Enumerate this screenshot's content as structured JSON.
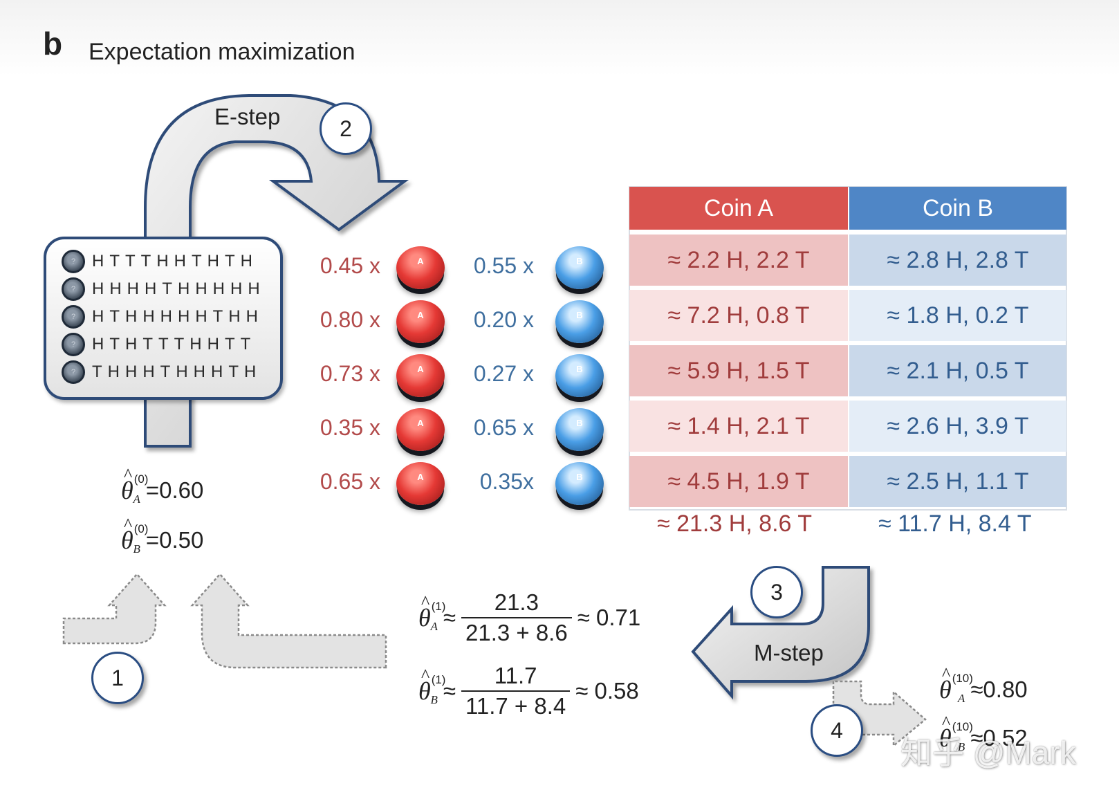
{
  "panel": {
    "letter": "b",
    "title": "Expectation maximization"
  },
  "steps": {
    "e_step": "E-step",
    "m_step": "M-step"
  },
  "badges": [
    "1",
    "2",
    "3",
    "4"
  ],
  "sequences": [
    {
      "coin_mark": "?",
      "flips": "HTTTHHTHTH"
    },
    {
      "coin_mark": "?",
      "flips": "HHHHTHHHHH"
    },
    {
      "coin_mark": "?",
      "flips": "HTHHHHHTHH"
    },
    {
      "coin_mark": "?",
      "flips": "HTHTTTHHTT"
    },
    {
      "coin_mark": "?",
      "flips": "THHHTHHHTH"
    }
  ],
  "weights": [
    {
      "a": "0.45 x",
      "b": "0.55 x"
    },
    {
      "a": "0.80 x",
      "b": "0.20 x"
    },
    {
      "a": "0.73 x",
      "b": "0.27 x"
    },
    {
      "a": "0.35 x",
      "b": "0.65 x"
    },
    {
      "a": "0.65 x",
      "b": "0.35x"
    }
  ],
  "coin_letters": {
    "a": "A",
    "b": "B"
  },
  "table": {
    "headers": [
      "Coin A",
      "Coin B"
    ],
    "rows": [
      {
        "a": "≈ 2.2 H, 2.2 T",
        "b": "≈ 2.8 H, 2.8 T"
      },
      {
        "a": "≈ 7.2 H, 0.8 T",
        "b": "≈ 1.8 H, 0.2 T"
      },
      {
        "a": "≈ 5.9 H, 1.5 T",
        "b": "≈ 2.1 H, 0.5 T"
      },
      {
        "a": "≈ 1.4 H, 2.1 T",
        "b": "≈ 2.6 H, 3.9 T"
      },
      {
        "a": "≈ 4.5 H, 1.9 T",
        "b": "≈ 2.5 H, 1.1 T"
      }
    ],
    "totals": {
      "a": "≈ 21.3 H, 8.6 T",
      "b": "≈ 11.7 H, 8.4 T"
    }
  },
  "initial": {
    "a": {
      "symbol": "θ",
      "sub": "A",
      "sup": "(0)",
      "value": "=0.60"
    },
    "b": {
      "symbol": "θ",
      "sub": "B",
      "sup": "(0)",
      "value": "=0.50"
    }
  },
  "update": {
    "a": {
      "symbol": "θ",
      "sub": "A",
      "sup": "(1)",
      "approx": "≈",
      "num": "21.3",
      "den": "21.3 + 8.6",
      "result": "≈ 0.71"
    },
    "b": {
      "symbol": "θ",
      "sub": "B",
      "sup": "(1)",
      "approx": "≈",
      "num": "11.7",
      "den": "11.7 + 8.4",
      "result": "≈ 0.58"
    }
  },
  "final": {
    "a": {
      "symbol": "θ",
      "sub": "A",
      "sup": "(10)",
      "value": "≈0.80"
    },
    "b": {
      "symbol": "θ",
      "sub": "B",
      "sup": "(10)",
      "value": "≈0.52"
    }
  },
  "watermark": "知乎 @Mark",
  "colors": {
    "coin_a_header": "#d9534f",
    "coin_b_header": "#4f86c6",
    "coin_a_cell_dark": "#eec2c2",
    "coin_a_cell_light": "#f9e2e2",
    "coin_b_cell_dark": "#c9d8ea",
    "coin_b_cell_light": "#e4edf7",
    "weight_a_text": "#b24a4a",
    "weight_b_text": "#3f6f9f"
  }
}
